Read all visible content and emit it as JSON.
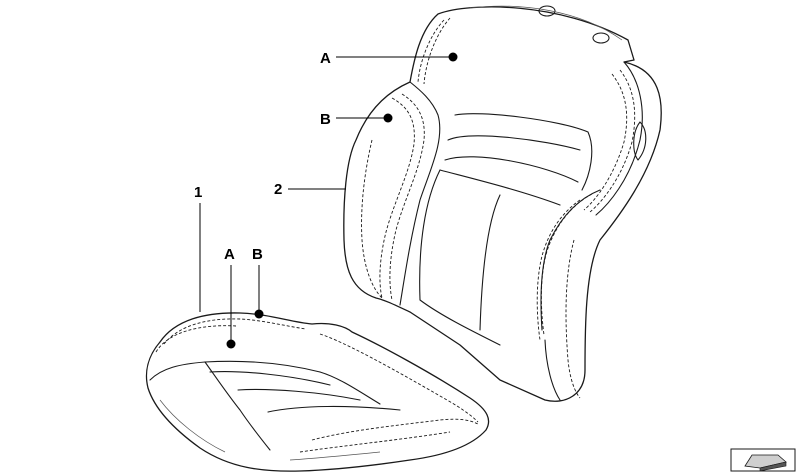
{
  "callouts": {
    "part_1": "1",
    "part_2": "2",
    "seat_a": "A",
    "seat_b": "B",
    "back_a": "A",
    "back_b": "B"
  },
  "colors": {
    "line": "#1a1a1a",
    "background": "#ffffff"
  },
  "icons": {
    "corner_symbol": "diagram-thumbnail-icon"
  }
}
